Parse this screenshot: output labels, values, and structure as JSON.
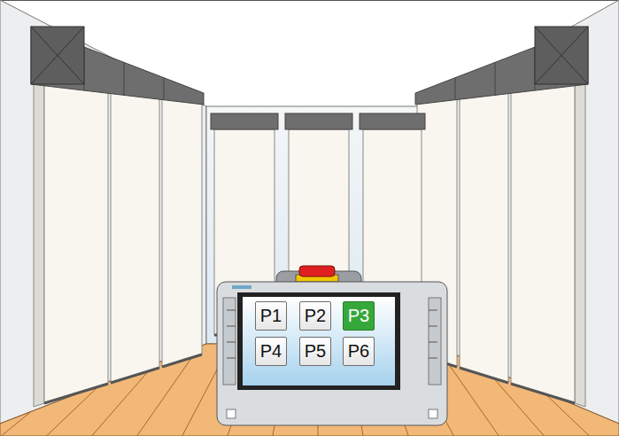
{
  "diagram": {
    "nodes": [
      {
        "text": [
          "P1"
        ]
      },
      {
        "text": [
          "P2"
        ]
      },
      {
        "text": [
          "P3"
        ]
      },
      {
        "text": [
          "P4"
        ]
      },
      {
        "text": [
          "P5"
        ]
      },
      {
        "text": [
          "P6"
        ]
      }
    ]
  }
}
